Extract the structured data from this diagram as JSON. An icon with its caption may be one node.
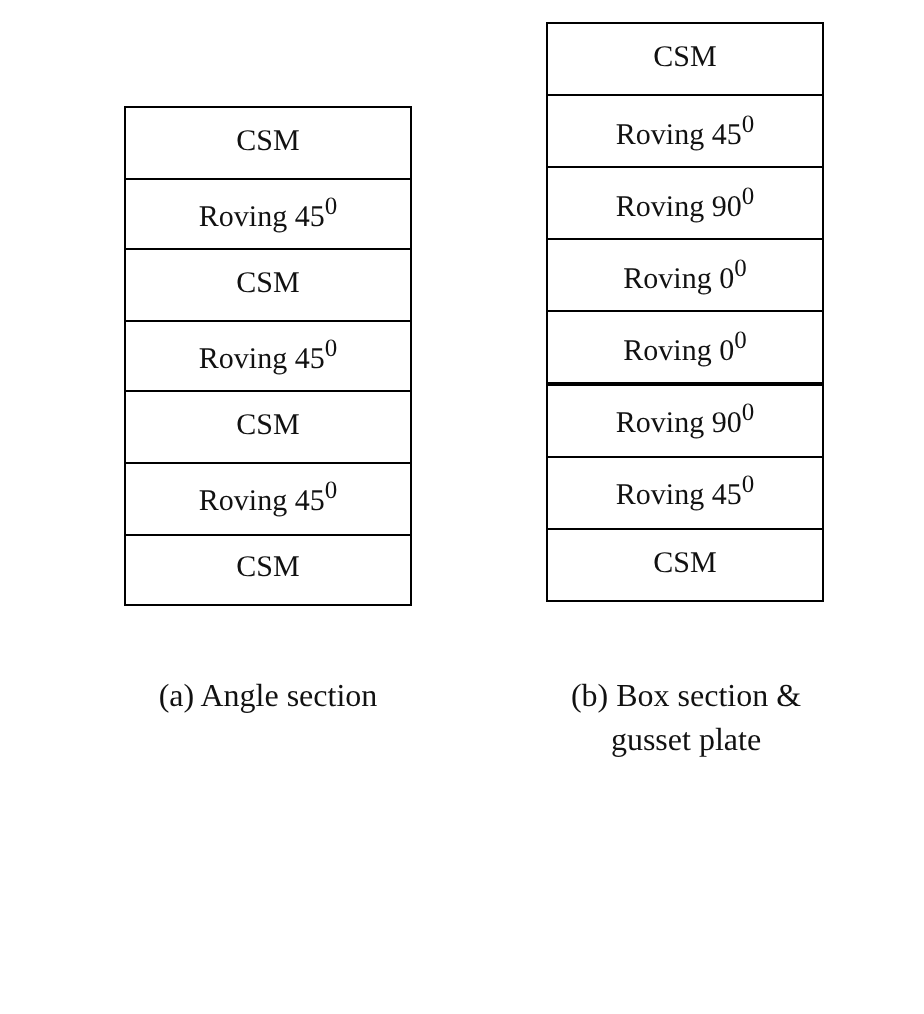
{
  "diagram": {
    "nodes": [
      {
        "text": [
          "CSM"
        ]
      },
      {
        "text": [
          "Roving 45$^{0}$"
        ]
      },
      {
        "text": [
          "CSM"
        ]
      },
      {
        "text": [
          "Roving 45$^{0}$"
        ]
      },
      {
        "text": [
          "CSM"
        ]
      },
      {
        "text": [
          "Roving 45$^{0}$"
        ]
      },
      {
        "text": [
          "CSM"
        ]
      },
      {
        "text": [
          "CSM"
        ]
      },
      {
        "text": [
          "Roving 45$^{0}$"
        ]
      },
      {
        "text": [
          "Roving 90$^{0}$"
        ]
      },
      {
        "text": [
          "Roving 0$^{0}$"
        ]
      },
      {
        "text": [
          "Roving 0$^{0}$"
        ]
      },
      {
        "text": [
          "Roving 90$^{0}$"
        ]
      },
      {
        "text": [
          "Roving 45$^{0}$"
        ]
      },
      {
        "text": [
          "CSM"
        ]
      }
    ],
    "labels": [
      "(a) Angle section",
      "(b) Box section & gusset plate"
    ]
  }
}
